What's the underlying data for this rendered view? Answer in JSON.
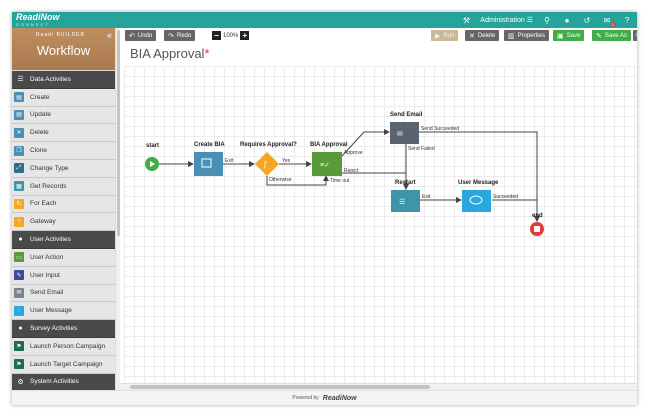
{
  "app": {
    "logo": "ReadiNow",
    "logo_sub": "CONNECT",
    "admin_label": "Administration",
    "notif_count": "2"
  },
  "sidebar": {
    "brand": "Readi BUILDER",
    "title": "Workflow",
    "sections": [
      {
        "label": "Data Activities",
        "items": [
          "Create",
          "Update",
          "Delete",
          "Clone",
          "Change Type",
          "Get Records",
          "For Each",
          "Gateway"
        ]
      },
      {
        "label": "User Activities",
        "items": [
          "User Action",
          "User Input",
          "Send Email",
          "User Message"
        ]
      },
      {
        "label": "Survey Activities",
        "items": [
          "Launch Person Campaign",
          "Launch Target Campaign"
        ]
      },
      {
        "label": "System Activities",
        "items": []
      }
    ]
  },
  "toolbar": {
    "undo": "Undo",
    "redo": "Redo",
    "zoom": "100%",
    "run": "Run",
    "delete": "Delete",
    "properties": "Properties",
    "save": "Save",
    "save_as": "Save As"
  },
  "page": {
    "title": "BIA Approval",
    "required_mark": "*"
  },
  "workflow": {
    "nodes": {
      "start": "start",
      "create_bia": "Create BIA",
      "requires_approval": "Requires Approval?",
      "bia_approval": "BIA Approval",
      "send_email": "Send Email",
      "restart": "Restart",
      "user_message": "User Message",
      "end": "end"
    },
    "edges": {
      "exit1": "Exit",
      "yes": "Yes",
      "otherwise": "Otherwise",
      "approve": "Approve",
      "reject": "Reject",
      "time_out": "Time out",
      "send_succeeded": "Send Succeeded",
      "send_failed": "Send Failed",
      "exit2": "Exit",
      "succeeded": "Succeeded"
    },
    "colors": {
      "start": "#3fae49",
      "create": "#4a8fb5",
      "gateway": "#f5a623",
      "approval": "#5a9a3a",
      "email": "#5a6470",
      "restart": "#3d95a7",
      "message": "#29a8e0",
      "end": "#e53935"
    }
  },
  "footer": {
    "powered_by": "Powered by",
    "brand": "ReadiNow"
  }
}
